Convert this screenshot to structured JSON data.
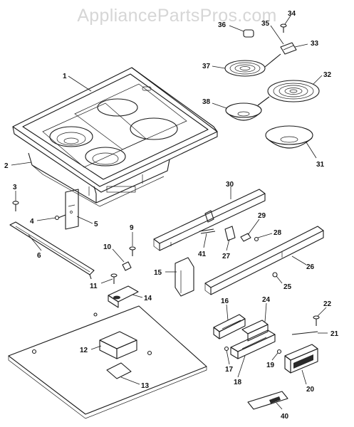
{
  "watermark": "AppliancePartsPros.com",
  "callouts": [
    "1",
    "2",
    "3",
    "4",
    "5",
    "6",
    "9",
    "10",
    "11",
    "12",
    "13",
    "14",
    "15",
    "16",
    "17",
    "18",
    "19",
    "20",
    "21",
    "22",
    "24",
    "25",
    "26",
    "27",
    "28",
    "29",
    "30",
    "31",
    "32",
    "33",
    "34",
    "35",
    "36",
    "37",
    "38",
    "40",
    "41"
  ]
}
